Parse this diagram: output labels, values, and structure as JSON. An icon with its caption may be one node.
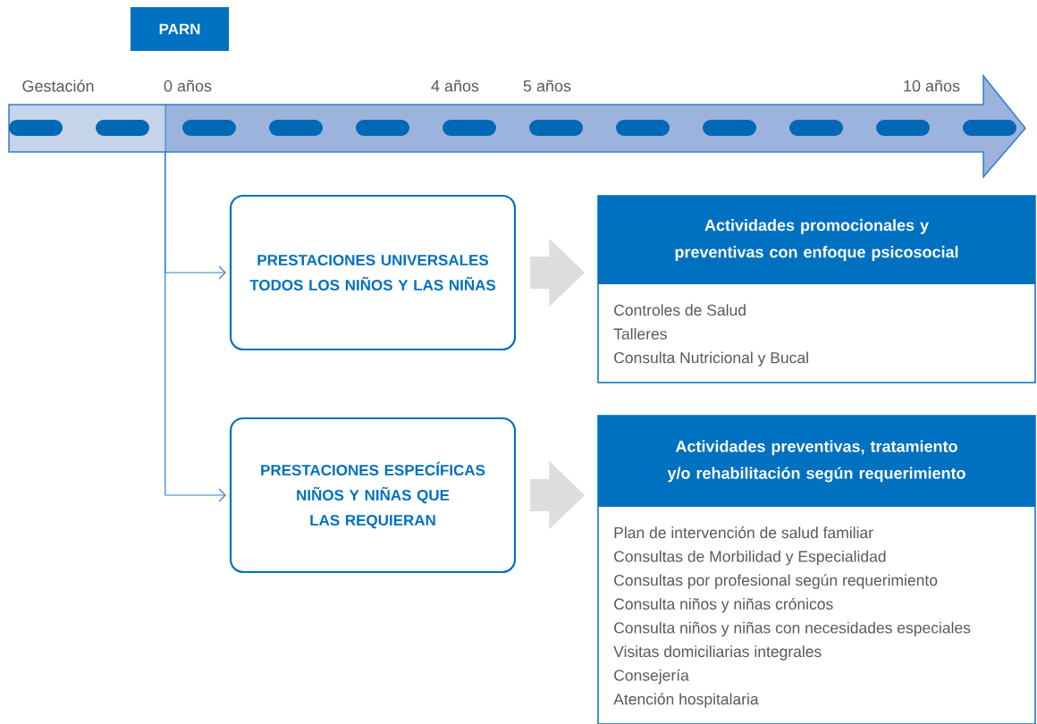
{
  "diagram": {
    "nodes": [
      {
        "text": [
          "PARN"
        ]
      },
      {
        "text": [],
        "shape": "arrow"
      },
      {
        "text": [
          "PRESTACIONES UNIVERSALES TODOS LOS NIÑOS Y LAS NIÑAS"
        ]
      },
      {
        "text": [
          "Actividades promocionales y preventivas con enfoque psicosocial",
          "Controles de Salud",
          "Talleres",
          "Consulta Nutricional y Bucal"
        ]
      },
      {
        "text": [
          "PRESTACIONES ESPECÍFICAS NIÑOS Y NIÑAS QUE LAS REQUIERAN"
        ]
      },
      {
        "text": [
          "Actividades preventivas, tratamiento y/o rehabilitación según requerimiento",
          "Plan de intervención de salud familiar",
          "Consultas de Morbilidad y Especialidad",
          "Consultas por profesional según requerimiento",
          "Consulta niños y niñas crónicos",
          "Consulta niños y niñas con necesidades especiales",
          "Visitas domiciliarias integrales",
          "Consejería",
          "Atención hospitalaria"
        ]
      }
    ],
    "edges": [
      {
        "from": 1,
        "to": 2,
        "arrow": "to"
      },
      {
        "from": 1,
        "to": 4,
        "arrow": "to"
      },
      {
        "from": 2,
        "to": 3,
        "arrow": "to",
        "style": "thick",
        "color": "#dcdddf"
      },
      {
        "from": 4,
        "to": 5,
        "arrow": "to",
        "style": "thick",
        "color": "#dcdddf"
      }
    ],
    "labels": [
      "Gestación",
      "0 años",
      "4 años",
      "5 años",
      "10 años"
    ]
  }
}
